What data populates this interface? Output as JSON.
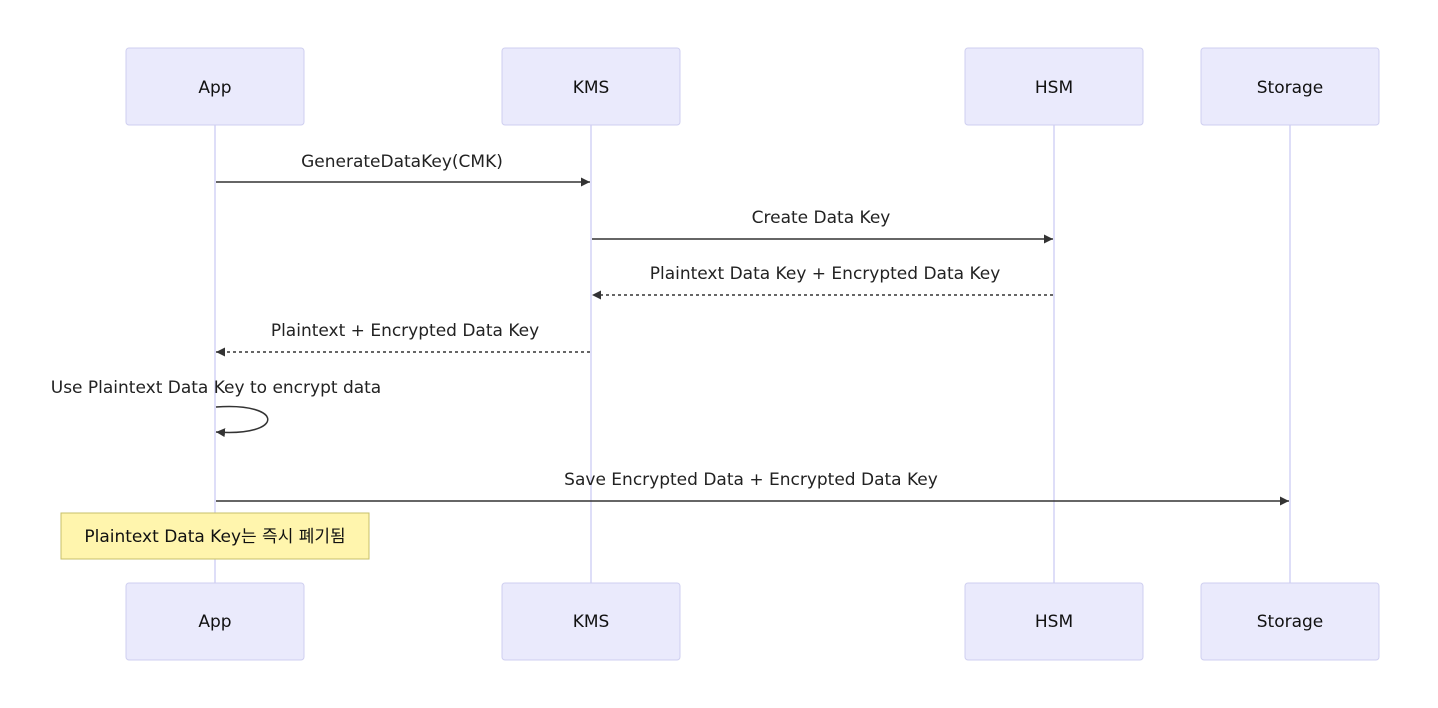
{
  "participants": {
    "app": "App",
    "kms": "KMS",
    "hsm": "HSM",
    "storage": "Storage"
  },
  "messages": {
    "m1": "GenerateDataKey(CMK)",
    "m2": "Create Data Key",
    "m3": "Plaintext Data Key + Encrypted Data Key",
    "m4": "Plaintext + Encrypted Data Key",
    "m5": "Use Plaintext Data Key to encrypt data",
    "m6": "Save Encrypted Data + Encrypted Data Key"
  },
  "note": "Plaintext Data Key는 즉시 폐기됨"
}
